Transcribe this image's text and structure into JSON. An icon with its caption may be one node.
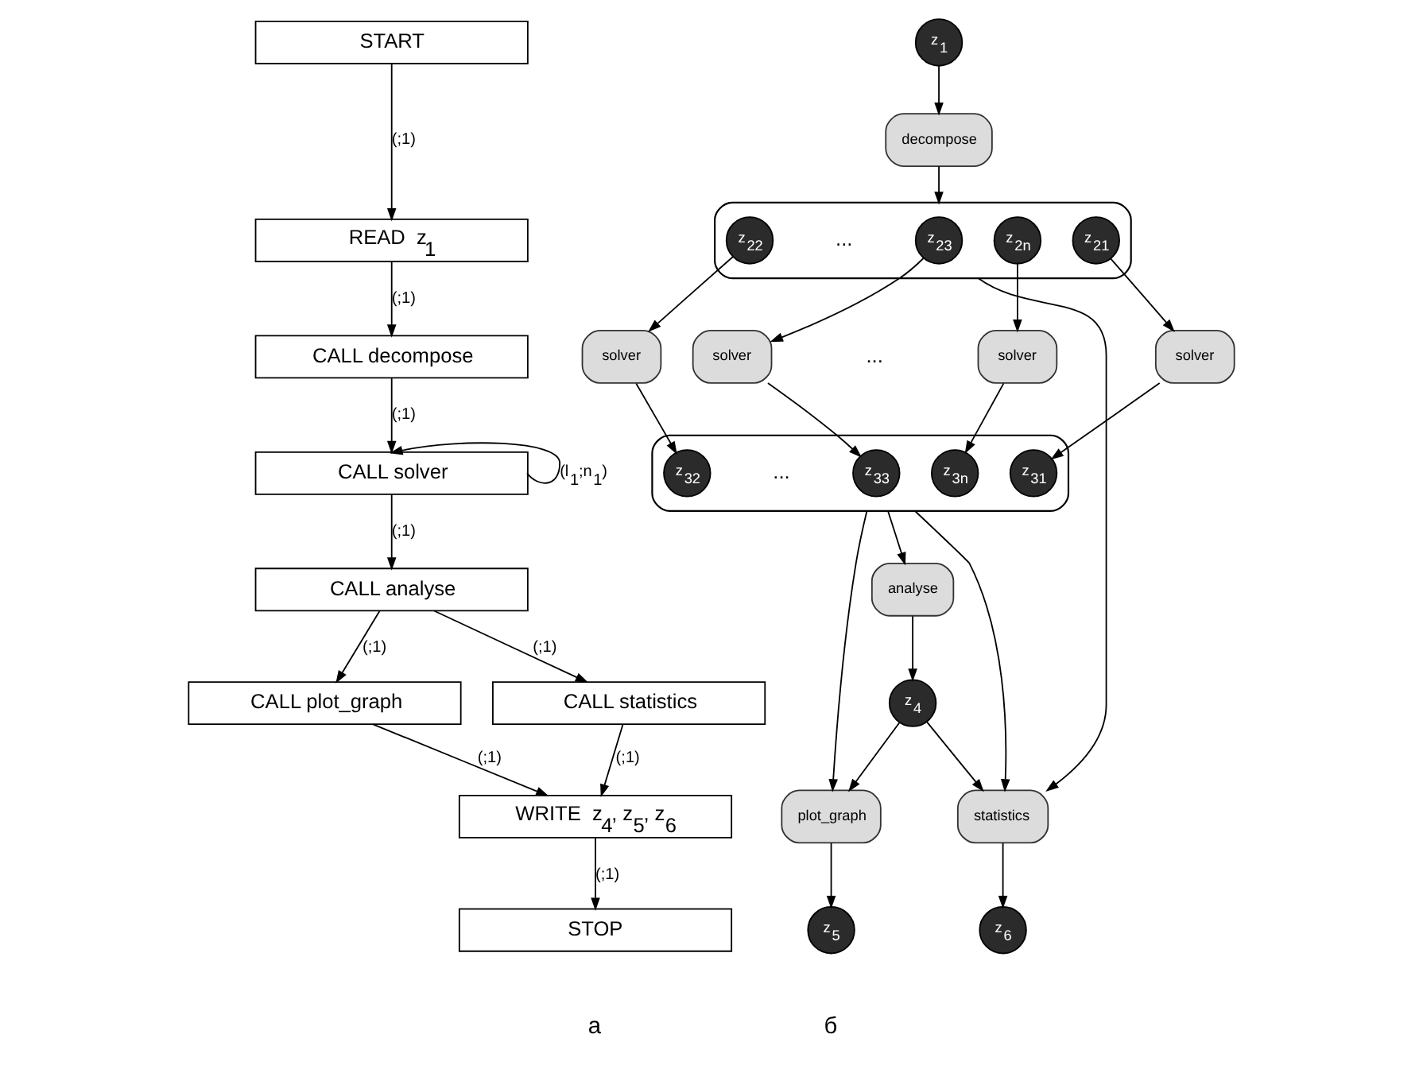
{
  "diagram": {
    "nodes": [
      {
        "text": [
          "START"
        ]
      },
      {
        "text": [
          "READ  z$_{1}$"
        ]
      },
      {
        "text": [
          "CALL decompose"
        ]
      },
      {
        "text": [
          "CALL solver"
        ]
      },
      {
        "text": [
          "CALL analyse"
        ]
      },
      {
        "text": [
          "CALL plot_graph"
        ]
      },
      {
        "text": [
          "CALL statistics"
        ]
      },
      {
        "text": [
          "WRITE  z$_{4}$, z$_{5}$, z$_{6}$"
        ]
      },
      {
        "text": [
          "STOP"
        ]
      },
      {
        "text": [
          "z$_{1}$"
        ]
      },
      {
        "text": [
          "decompose"
        ]
      },
      {
        "text": [],
        "shape": "ellipse"
      },
      {
        "text": [
          "z$_{21}$"
        ],
        "in": 11
      },
      {
        "text": [
          "z$_{22}$"
        ],
        "in": 11
      },
      {
        "text": [
          "z$_{23}$"
        ],
        "in": 11
      },
      {
        "text": [
          "z$_{2n}$"
        ],
        "in": 11
      },
      {
        "text": [
          "solver"
        ]
      },
      {
        "text": [
          "solver"
        ]
      },
      {
        "text": [
          "solver"
        ]
      },
      {
        "text": [
          "solver"
        ]
      },
      {
        "text": [],
        "shape": "ellipse"
      },
      {
        "text": [
          "z$_{31}$"
        ],
        "in": 20
      },
      {
        "text": [
          "z$_{32}$"
        ],
        "in": 20
      },
      {
        "text": [
          "z$_{33}$"
        ],
        "in": 20
      },
      {
        "text": [
          "z$_{3n}$"
        ],
        "in": 20
      },
      {
        "text": [
          "analyse"
        ]
      },
      {
        "text": [
          "z$_{4}$"
        ]
      },
      {
        "text": [
          "plot_graph"
        ]
      },
      {
        "text": [
          "statistics"
        ]
      },
      {
        "text": [
          "z$_{5}$"
        ]
      },
      {
        "text": [
          "z$_{6}$"
        ]
      }
    ],
    "edges": [
      {
        "from": 0,
        "to": 1,
        "arrow": "to",
        "label": "(;1)"
      },
      {
        "from": 1,
        "to": 2,
        "arrow": "to",
        "label": "(;1)"
      },
      {
        "from": 2,
        "to": 3,
        "arrow": "to",
        "label": "(;1)"
      },
      {
        "from": 3,
        "to": 3,
        "arrow": "to",
        "label": "(l$_{1}$;n$_{1}$)"
      },
      {
        "from": 3,
        "to": 4,
        "arrow": "to",
        "label": "(;1)"
      },
      {
        "from": 4,
        "to": 5,
        "arrow": "to",
        "label": "(;1)"
      },
      {
        "from": 4,
        "to": 6,
        "arrow": "to",
        "label": "(;1)"
      },
      {
        "from": 5,
        "to": 7,
        "arrow": "to",
        "label": "(;1)"
      },
      {
        "from": 6,
        "to": 7,
        "arrow": "to",
        "label": "(;1)"
      },
      {
        "from": 7,
        "to": 8,
        "arrow": "to",
        "label": "(;1)"
      },
      {
        "from": 9,
        "to": 10,
        "arrow": "to"
      },
      {
        "from": 10,
        "to": 11,
        "arrow": "to"
      },
      {
        "from": 12,
        "to": 16,
        "arrow": "to"
      },
      {
        "from": 13,
        "to": 17,
        "arrow": "to"
      },
      {
        "from": 14,
        "to": 18,
        "arrow": "to"
      },
      {
        "from": 15,
        "to": 19,
        "arrow": "to"
      },
      {
        "from": 16,
        "to": 21,
        "arrow": "to"
      },
      {
        "from": 17,
        "to": 22,
        "arrow": "to"
      },
      {
        "from": 18,
        "to": 23,
        "arrow": "to"
      },
      {
        "from": 19,
        "to": 24,
        "arrow": "to"
      },
      {
        "from": 11,
        "to": 28,
        "arrow": "to"
      },
      {
        "from": 20,
        "to": 25,
        "arrow": "to"
      },
      {
        "from": 20,
        "to": 27,
        "arrow": "to"
      },
      {
        "from": 20,
        "to": 28,
        "arrow": "to"
      },
      {
        "from": 25,
        "to": 26,
        "arrow": "to"
      },
      {
        "from": 26,
        "to": 27,
        "arrow": "to"
      },
      {
        "from": 26,
        "to": 28,
        "arrow": "to"
      },
      {
        "from": 27,
        "to": 29,
        "arrow": "to"
      },
      {
        "from": 28,
        "to": 30,
        "arrow": "to"
      }
    ],
    "labels": [
      "...",
      "...",
      "...",
      "а",
      "б"
    ]
  }
}
